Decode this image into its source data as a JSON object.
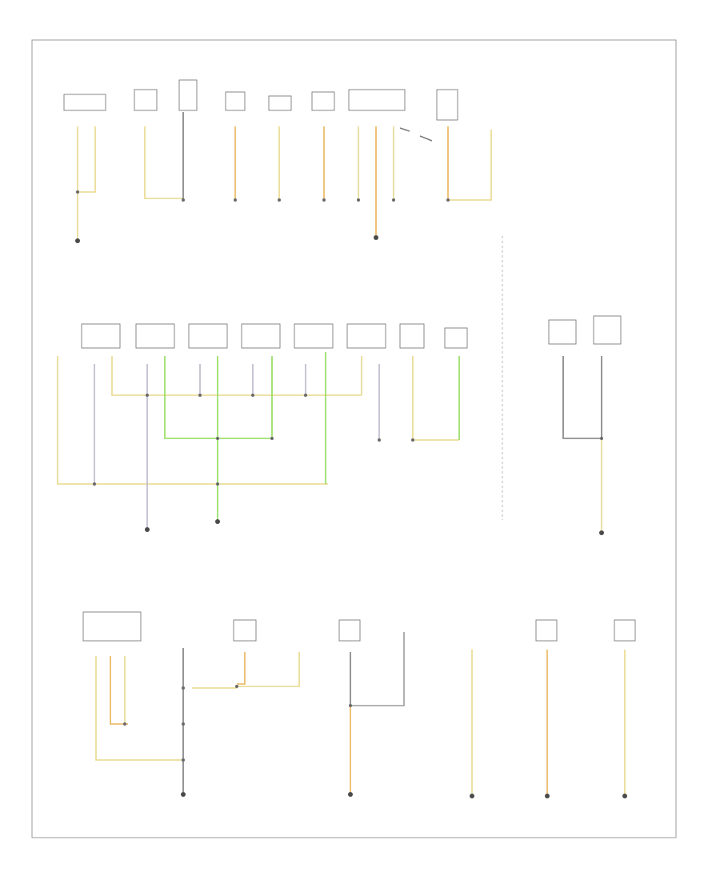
{
  "diagram": {
    "footer_code": "",
    "colors": {
      "yellow_wire": "#e8d98a",
      "orange_wire": "#e9b45a",
      "green_wire": "#8fdc5a",
      "gray_wire": "#b9b9c9",
      "dark_wire": "#7c7c7c",
      "frame": "#9a9a9a",
      "ground": "#4a4a4a"
    },
    "components": [
      {
        "id": "c1",
        "label": ""
      },
      {
        "id": "c2",
        "label": ""
      },
      {
        "id": "c3",
        "label": ""
      },
      {
        "id": "c4",
        "label": ""
      },
      {
        "id": "c5",
        "label": ""
      },
      {
        "id": "c6",
        "label": ""
      },
      {
        "id": "c7",
        "label": ""
      },
      {
        "id": "c8",
        "label": ""
      },
      {
        "id": "c9",
        "label": ""
      },
      {
        "id": "c10",
        "label": ""
      },
      {
        "id": "c11",
        "label": ""
      },
      {
        "id": "c12",
        "label": ""
      },
      {
        "id": "c13",
        "label": ""
      },
      {
        "id": "c14",
        "label": ""
      },
      {
        "id": "c15",
        "label": ""
      },
      {
        "id": "c16",
        "label": ""
      },
      {
        "id": "c17",
        "label": ""
      },
      {
        "id": "c18",
        "label": ""
      },
      {
        "id": "c19",
        "label": ""
      },
      {
        "id": "c20",
        "label": ""
      },
      {
        "id": "c21",
        "label": ""
      },
      {
        "id": "c22",
        "label": ""
      },
      {
        "id": "c23",
        "label": ""
      },
      {
        "id": "c24",
        "label": ""
      },
      {
        "id": "c25",
        "label": ""
      },
      {
        "id": "c26",
        "label": ""
      },
      {
        "id": "c27",
        "label": ""
      },
      {
        "id": "c28",
        "label": ""
      }
    ],
    "grounds": [
      {
        "id": "g1",
        "label": ""
      },
      {
        "id": "g2",
        "label": ""
      },
      {
        "id": "g3",
        "label": ""
      },
      {
        "id": "g4",
        "label": ""
      },
      {
        "id": "g5",
        "label": ""
      },
      {
        "id": "g6",
        "label": ""
      },
      {
        "id": "g7",
        "label": ""
      },
      {
        "id": "g8",
        "label": ""
      },
      {
        "id": "g9",
        "label": ""
      },
      {
        "id": "g10",
        "label": ""
      }
    ]
  }
}
